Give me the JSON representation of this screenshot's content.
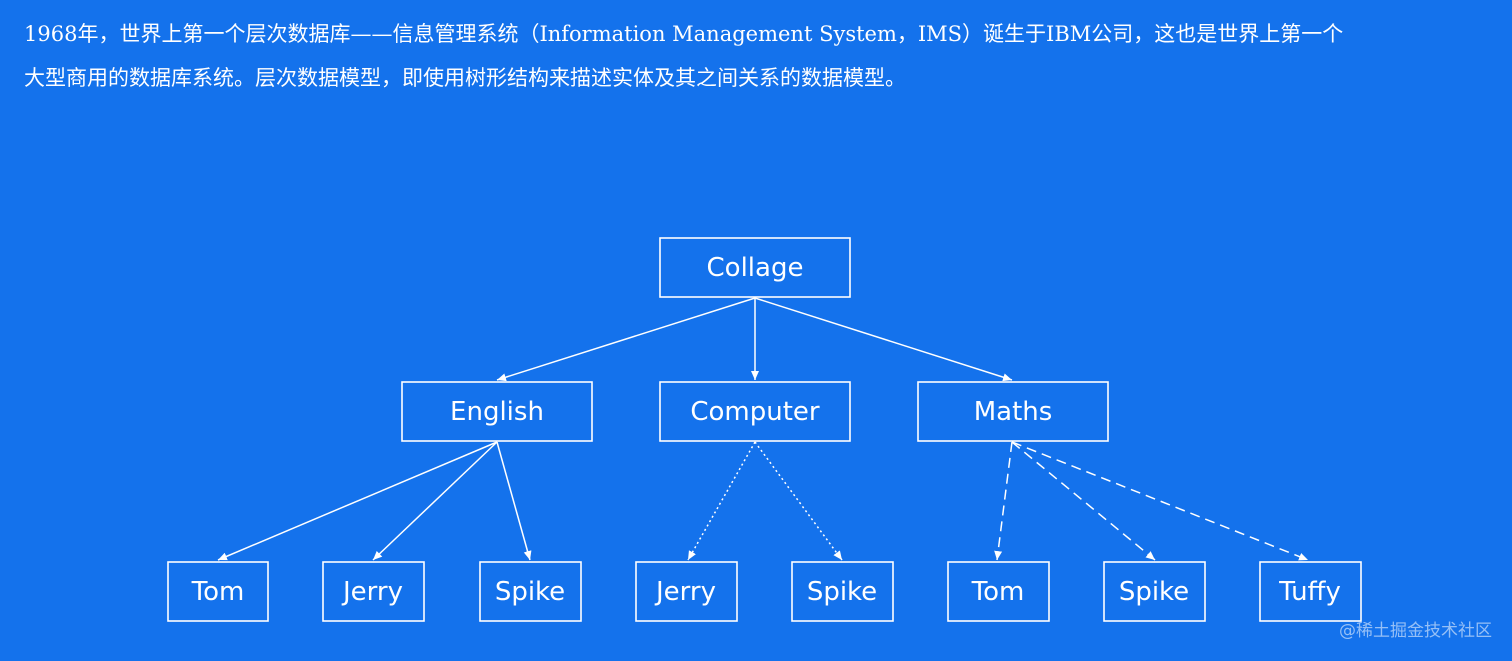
{
  "intro": {
    "line1": "1968年，世界上第一个层次数据库——信息管理系统（Information Management System，IMS）诞生于IBM公司，这也是世界上第一个",
    "line2": "大型商用的数据库系统。层次数据模型，即使用树形结构来描述实体及其之间关系的数据模型。"
  },
  "tree": {
    "root": "Collage",
    "level1": [
      "English",
      "Computer",
      "Maths"
    ],
    "english_children": [
      "Tom",
      "Jerry",
      "Spike"
    ],
    "computer_children": [
      "Jerry",
      "Spike"
    ],
    "maths_children": [
      "Tom",
      "Spike",
      "Tuffy"
    ],
    "edge_styles": {
      "english": "solid",
      "computer": "dotted",
      "maths": "dashed"
    }
  },
  "watermark": "@稀土掘金技术社区",
  "colors": {
    "background": "#1472ec",
    "foreground": "#ffffff"
  }
}
